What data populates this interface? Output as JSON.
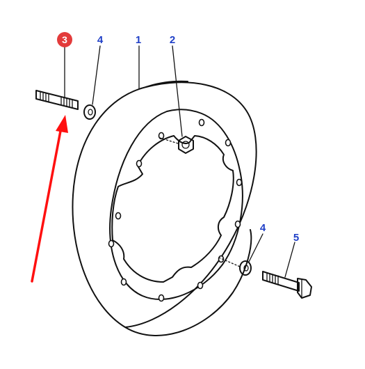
{
  "colors": {
    "callout_text": "#1f3fc7",
    "highlight_badge": "#e33b3b",
    "arrow": "#ff1010",
    "line": "#111111"
  },
  "callouts": [
    {
      "id": "stud",
      "label": "3",
      "highlighted": true
    },
    {
      "id": "washer-top",
      "label": "4",
      "highlighted": false
    },
    {
      "id": "wheel-weight",
      "label": "1",
      "highlighted": false
    },
    {
      "id": "nut",
      "label": "2",
      "highlighted": false
    },
    {
      "id": "washer-bottom",
      "label": "4",
      "highlighted": false
    },
    {
      "id": "bolt",
      "label": "5",
      "highlighted": false
    }
  ]
}
